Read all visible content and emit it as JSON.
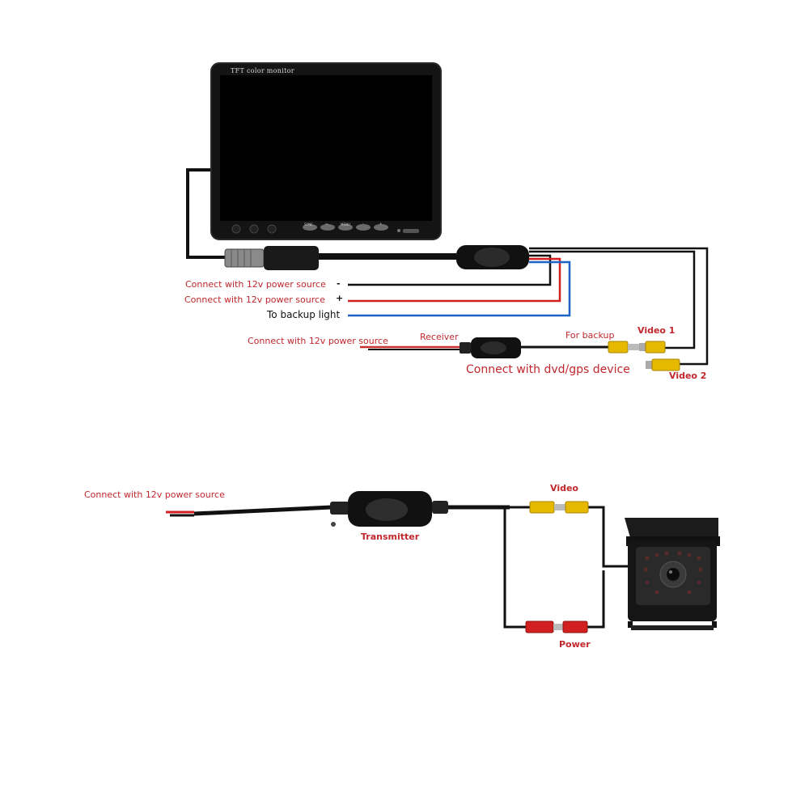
{
  "monitor": {
    "title": "TFT color monitor",
    "buttons": [
      "SYNC",
      "▭",
      "MENU",
      "-",
      "+"
    ]
  },
  "top_labels": {
    "power_neg": "Connect with 12v power source",
    "neg_sign": "-",
    "power_pos": "Connect with 12v power source",
    "pos_sign": "+",
    "backup_light": "To backup light",
    "receiver_power": "Connect with 12v power source",
    "receiver": "Receiver",
    "for_backup": "For backup",
    "video1": "Video 1",
    "dvd": "Connect with dvd/gps device",
    "video2": "Video 2"
  },
  "bottom_labels": {
    "power": "Connect with 12v power source",
    "transmitter": "Transmitter",
    "video": "Video",
    "power_plug": "Power"
  },
  "colors": {
    "label_red": "#c0282d",
    "wire_red": "#d22020",
    "wire_blue": "#1f63c6",
    "rca_yellow": "#e6b800",
    "device_black": "#111111"
  }
}
